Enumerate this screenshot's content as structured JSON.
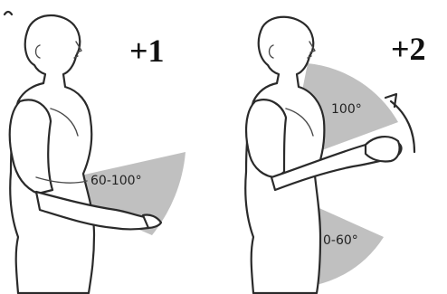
{
  "panels": [
    {
      "score": "+1",
      "angle_label": "60-100°",
      "sector_angles_deg": [
        60,
        100
      ]
    },
    {
      "score": "+2",
      "upper_angle_label": "100°",
      "lower_angle_label": "0-60°",
      "upper_sector_deg": 100,
      "lower_sector_deg": [
        0,
        60
      ]
    }
  ],
  "colors": {
    "sector": "#b5b5b5",
    "outline": "#2a2a2a",
    "background": "#ffffff"
  },
  "icons": {
    "movement": "curved-arrow-icon"
  }
}
